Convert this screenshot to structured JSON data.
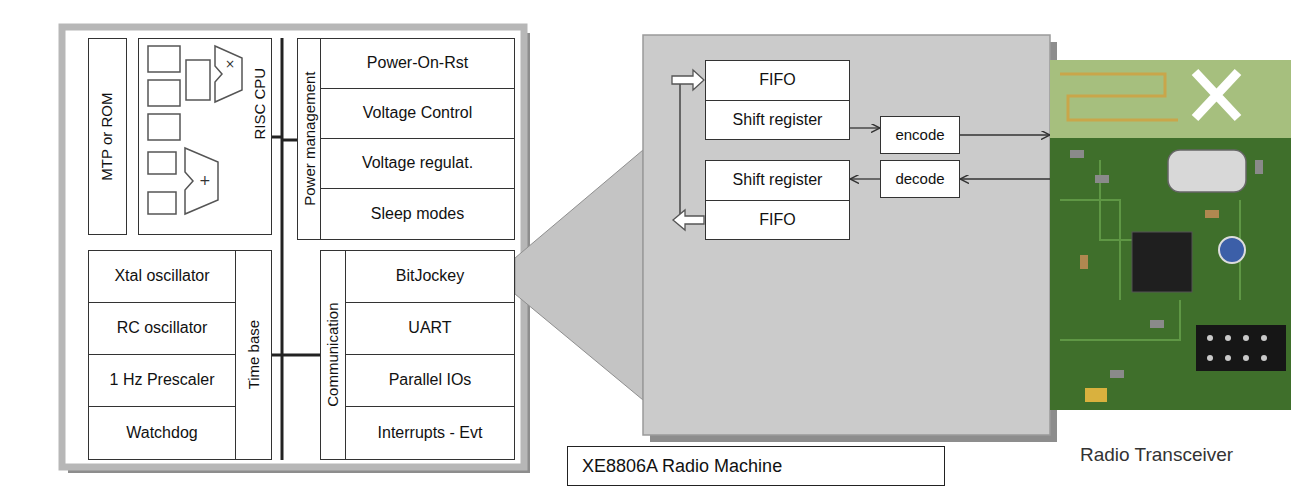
{
  "diagram": {
    "nodes": [
      {
        "text": [
          "MTP or ROM"
        ]
      },
      {
        "text": [
          "RISC CPU"
        ]
      },
      {
        "text": [
          "Power management"
        ]
      },
      {
        "text": [
          "Power-On-Rst"
        ],
        "in": 2
      },
      {
        "text": [
          "Voltage Control"
        ],
        "in": 2
      },
      {
        "text": [
          "Voltage regulat."
        ],
        "in": 2
      },
      {
        "text": [
          "Sleep modes"
        ],
        "in": 2
      },
      {
        "text": [
          "Time base"
        ]
      },
      {
        "text": [
          "Xtal oscillator"
        ],
        "in": 7
      },
      {
        "text": [
          "RC oscillator"
        ],
        "in": 7
      },
      {
        "text": [
          "1 Hz Prescaler"
        ],
        "in": 7
      },
      {
        "text": [
          "Watchdog"
        ],
        "in": 7
      },
      {
        "text": [
          "Communication"
        ]
      },
      {
        "text": [
          "BitJockey"
        ],
        "in": 12
      },
      {
        "text": [
          "UART"
        ],
        "in": 12
      },
      {
        "text": [
          "Parallel IOs"
        ],
        "in": 12
      },
      {
        "text": [
          "Interrupts - Evt"
        ],
        "in": 12
      },
      {
        "text": [
          "FIFO"
        ]
      },
      {
        "text": [
          "Shift register"
        ]
      },
      {
        "text": [
          "encode"
        ]
      },
      {
        "text": [
          "Shift register"
        ]
      },
      {
        "text": [
          "decode"
        ]
      },
      {
        "text": [
          "FIFO"
        ]
      },
      {
        "text": [
          "Radio Transceiver"
        ]
      },
      {
        "text": [
          "XE8806A Radio Machine"
        ]
      }
    ],
    "edges": [
      {
        "from": 18,
        "to": 19,
        "arrow": "to"
      },
      {
        "from": 19,
        "to": 23,
        "arrow": "to"
      },
      {
        "from": 23,
        "to": 21,
        "arrow": "to"
      },
      {
        "from": 21,
        "to": 20,
        "arrow": "to"
      }
    ],
    "labels": [
      "×",
      "+"
    ]
  }
}
